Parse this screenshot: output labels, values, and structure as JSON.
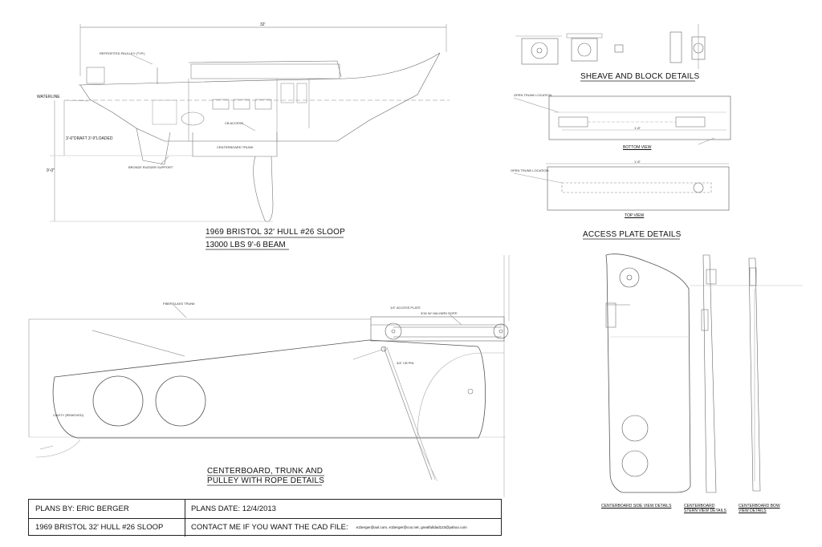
{
  "profile": {
    "title": "1969 BRISTOL 32' HULL #26 SLOOP",
    "subtitle": "13000 LBS 9'-6 BEAM",
    "overall_length": "32'",
    "waterline_label": "WATERLINE",
    "draft_label": "3'-6\"DRAFT 3'-9\"LOADED",
    "max_draft": "9'-0\"",
    "callouts": {
      "pulley": "REFROFITED PAULLEY (TYP.)",
      "cb_access": "CB ACCESS",
      "trunk": "CENTERBOARD TRUNK",
      "rudder_support": "BRONZE RUDDER SUPPORT"
    }
  },
  "sheave": {
    "title": "SHEAVE AND BLOCK DETAILS"
  },
  "access_plate": {
    "title": "ACCESS PLATE DETAILS",
    "bottom_view": "BOTTOM VIEW",
    "top_view": "TOP VIEW",
    "dim": "1'-8\"",
    "open_trunk": "OPEN TRUNK LOCATION"
  },
  "trunk_detail": {
    "title_line1": "CENTERBOARD, TRUNK  AND",
    "title_line2": "PULLEY WITH ROPE DETAILS",
    "callouts": {
      "fiberglass_trunk": "FIBERGLASS TRUNK",
      "access_plate": "1/4\" ACCESS PLATE",
      "halyard_rope": "3/16 W/ HALYARD ROPE",
      "cavity": "CAVITY (REMOVED)",
      "pin": "3/4\" CB PIN"
    }
  },
  "centerboard": {
    "side_caption": "CENTERBOARD SIDE VIEW DETAILS",
    "stern_caption": "CENTERBOARD STERN VIEW DETAILS",
    "bow_caption": "CENTERBOARD BOW VIEW DETAILS"
  },
  "title_block": {
    "plans_by": "PLANS BY: ERIC BERGER",
    "plans_date": "PLANS DATE: 12/4/2013",
    "boat": "1969 BRISTOL 32' HULL #26 SLOOP",
    "contact": "CONTACT ME IF YOU WANT THE CAD FILE:",
    "emails": "e1berger@aol.com, e1berger@cox.net, greatfulldad123@yahoo.com"
  }
}
